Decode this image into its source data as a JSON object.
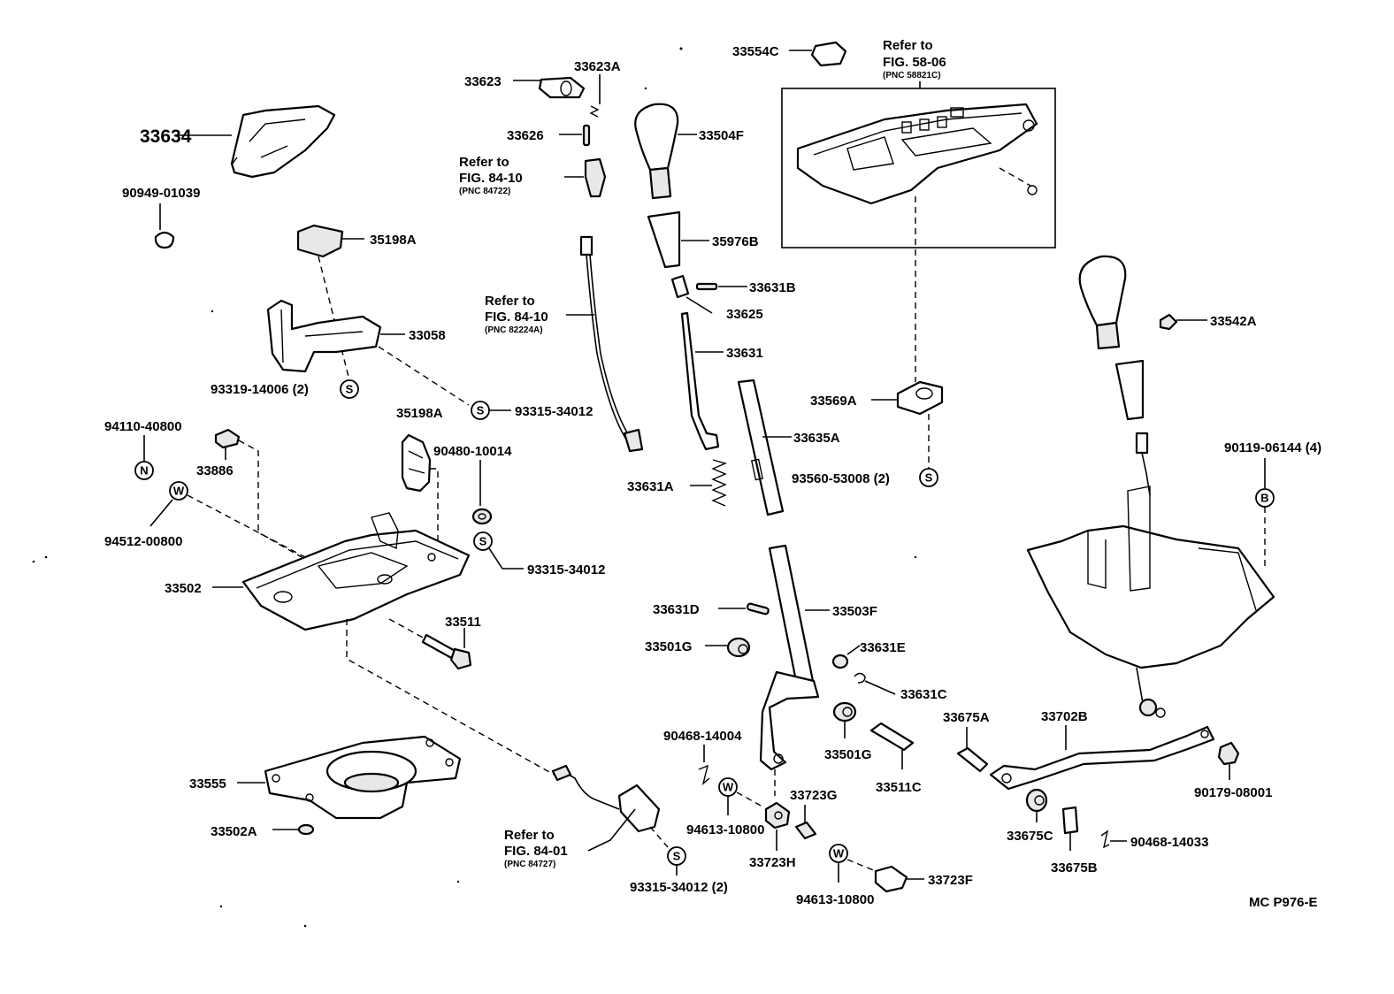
{
  "diagram": {
    "code": "MC P976-E",
    "labels": {
      "p33634": "33634",
      "p90949": "90949-01039",
      "p35198a_top": "35198A",
      "p33058": "33058",
      "p93319": "93319-14006 (2)",
      "p93315_a": "93315-34012",
      "p94110": "94110-40800",
      "p33886": "33886",
      "p35198a_mid": "35198A",
      "p90480": "90480-10014",
      "p94512": "94512-00800",
      "p93315_b": "93315-34012",
      "p33502": "33502",
      "p33511": "33511",
      "p33555": "33555",
      "p33502a": "33502A",
      "p33623": "33623",
      "p33623a": "33623A",
      "p33626": "33626",
      "p33504f": "33504F",
      "p35976b": "35976B",
      "p33631b": "33631B",
      "p33625": "33625",
      "p33631": "33631",
      "p33631a": "33631A",
      "p33554c": "33554C",
      "p33569a": "33569A",
      "p33635a": "33635A",
      "p93560": "93560-53008 (2)",
      "p33542a": "33542A",
      "p90119": "90119-06144 (4)",
      "p33631d": "33631D",
      "p33503f": "33503F",
      "p33501g_a": "33501G",
      "p33631e": "33631E",
      "p33631c": "33631C",
      "p33501g_b": "33501G",
      "p33511c": "33511C",
      "p90468_a": "90468-14004",
      "p94613_a": "94613-10800",
      "p33723g": "33723G",
      "p33723h": "33723H",
      "p94613_b": "94613-10800",
      "p33723f": "33723F",
      "p93315_c": "93315-34012 (2)",
      "p33675a": "33675A",
      "p33702b": "33702B",
      "p33675c": "33675C",
      "p33675b": "33675B",
      "p90468_b": "90468-14033",
      "p90179": "90179-08001"
    },
    "refs": {
      "r1": {
        "line1": "Refer to",
        "line2": "FIG. 58-06",
        "pnc": "(PNC 58821C)"
      },
      "r2": {
        "line1": "Refer to",
        "line2": "FIG. 84-10",
        "pnc": "(PNC 84722)"
      },
      "r3": {
        "line1": "Refer to",
        "line2": "FIG. 84-10",
        "pnc": "(PNC 82224A)"
      },
      "r4": {
        "line1": "Refer to",
        "line2": "FIG. 84-01",
        "pnc": "(PNC 84727)"
      }
    },
    "symbols": {
      "s": "S",
      "n": "N",
      "w": "W",
      "b": "B"
    }
  }
}
